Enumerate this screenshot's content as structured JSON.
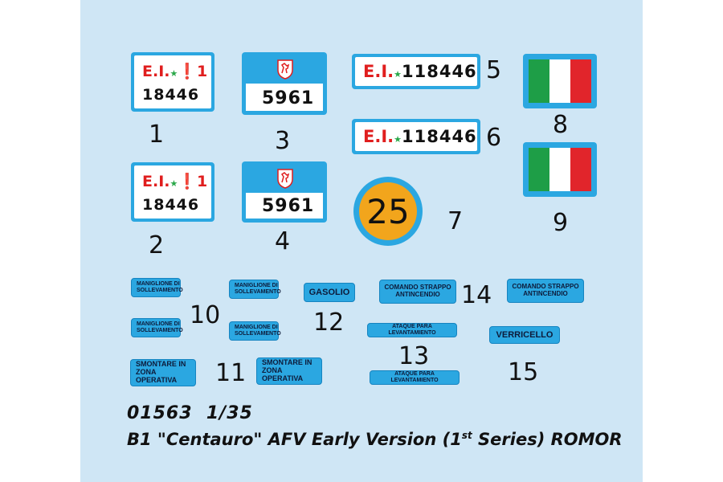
{
  "colors": {
    "sheet": "#cfe6f5",
    "decal_blue": "#2ba7e1",
    "ei_red": "#e01e1e",
    "star_green": "#2aa84a",
    "roundel_orange": "#f2a51c",
    "flag_green": "#1e9e47",
    "flag_red": "#e1252b"
  },
  "plate_ei_small": {
    "prefix": "E.I.",
    "star": "★",
    "mark": "❗1",
    "number": "18446"
  },
  "plate_ei_long": {
    "prefix": "E.I.",
    "star": "★",
    "number": "118446"
  },
  "plate_crest": {
    "crest_icon": "horse-crest-icon",
    "number": "5961"
  },
  "roundel": {
    "number": "25"
  },
  "flags": {
    "icon": "italy-flag-icon"
  },
  "item_numbers": [
    "1",
    "2",
    "3",
    "4",
    "5",
    "6",
    "7",
    "8",
    "9",
    "10",
    "11",
    "12",
    "13",
    "14",
    "15"
  ],
  "labels": {
    "maniglione": "MANIGLIONE DI\nSOLLEVAMENTO",
    "smontare": "SMONTARE IN\nZONA OPERATIVA",
    "gasolio": "GASOLIO",
    "comando": "COMANDO STRAPPO\nANTINCENDIO",
    "ataque": "ATAQUE PARA LEVANTAMIENTO",
    "verricello": "VERRICELLO"
  },
  "footer": {
    "code": "01563",
    "scale": "1/35",
    "title_pre": "B1 \"Centauro\" AFV Early Version (1",
    "title_sup": "st",
    "title_post": " Series) ROMOR"
  }
}
